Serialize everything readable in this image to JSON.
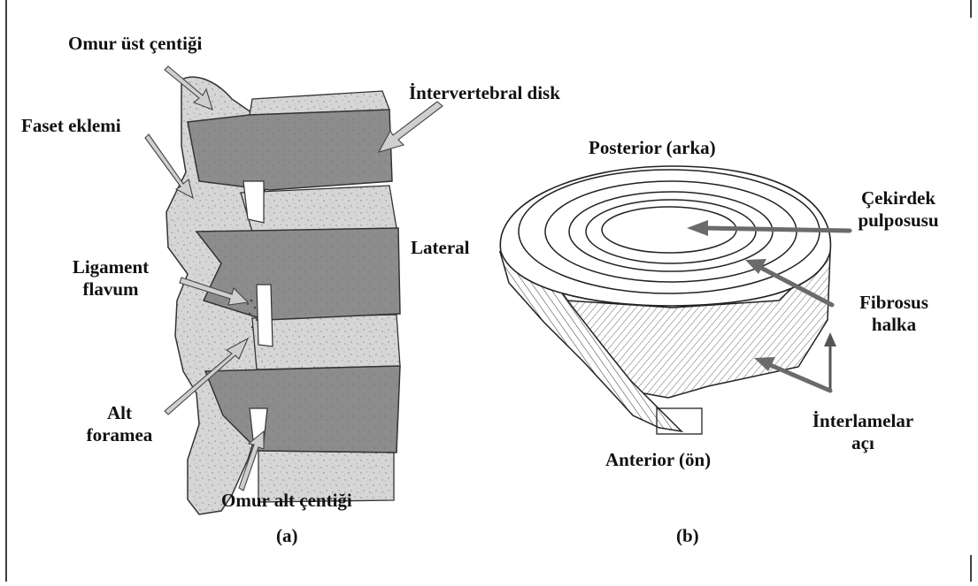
{
  "figure_a": {
    "labels": {
      "superior_notch": "Omur üst çentiği",
      "facet_joint": "Faset eklemi",
      "ligament_line1": "Ligament",
      "ligament_line2": "flavum",
      "foramen_line1": "Alt",
      "foramen_line2": "foramea",
      "inferior_notch": "Omur alt çentiği",
      "intervertebral_disc": "İntervertebral disk",
      "lateral": "Lateral"
    },
    "caption": "(a)"
  },
  "figure_b": {
    "labels": {
      "posterior": "Posterior (arka)",
      "nucleus_line1": "Çekirdek",
      "nucleus_line2": "pulposusu",
      "annulus_line1": "Fibrosus",
      "annulus_line2": "halka",
      "interlamellar_line1": "İnterlamelar",
      "interlamellar_line2": "açı",
      "anterior": "Anterior (ön)"
    },
    "caption": "(b)"
  },
  "colors": {
    "bone_light": "#d9d9d9",
    "disc_dark": "#8f8f8f",
    "arrow_fill": "#c8c8c8",
    "arrow_dark": "#6e6e6e",
    "outline": "#222222"
  }
}
